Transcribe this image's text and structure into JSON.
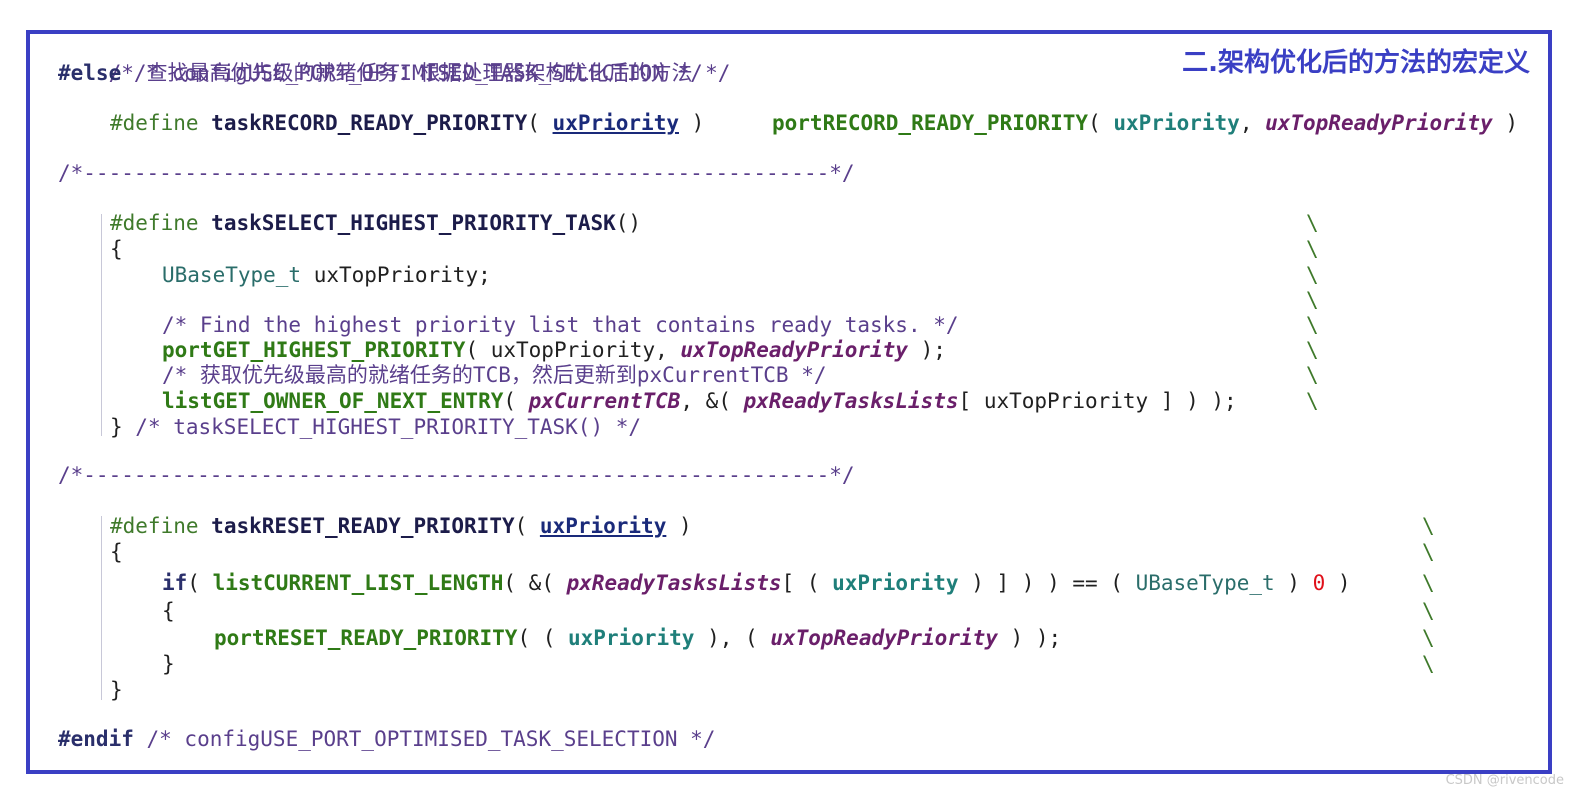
{
  "heading": "二.架构优化后的方法的宏定义",
  "watermark": "CSDN @rivencode",
  "code": {
    "l1_comment": "/* 查找最高优先级的就绪任务：根据处理器架构优化后的方法 */",
    "l2_kw": "#else",
    "l2_comment": " /* configUSE_PORT_OPTIMISED_TASK_SELECTION */",
    "l3_define": "#define",
    "l3_macro": "taskRECORD_READY_PRIORITY",
    "l3_open": "( ",
    "l3_param": "uxPriority",
    "l3_close": " )",
    "l3_port": "portRECORD_READY_PRIORITY",
    "l3_open2": "( ",
    "l3_arg1": "uxPriority",
    "l3_sep": ", ",
    "l3_arg2": "uxTopReadyPriority",
    "l3_close2": " )",
    "sep1": "/*-----------------------------------------------------------*/",
    "l5_define": "#define",
    "l5_macro": "taskSELECT_HIGHEST_PRIORITY_TASK",
    "l5_parens": "()",
    "l6_brace": "{",
    "l7_type": "UBaseType_t",
    "l7_var": " uxTopPriority;",
    "l9_comment": "/* Find the highest priority list that contains ready tasks. */",
    "l10_fn": "portGET_HIGHEST_PRIORITY",
    "l10_a": "( uxTopPriority, ",
    "l10_b": "uxTopReadyPriority",
    "l10_c": " );",
    "l11_comment": "/* 获取优先级最高的就绪任务的TCB，然后更新到pxCurrentTCB */",
    "l12_fn": "listGET_OWNER_OF_NEXT_ENTRY",
    "l12_a": "( ",
    "l12_b": "pxCurrentTCB",
    "l12_c": ", &( ",
    "l12_d": "pxReadyTasksLists",
    "l12_e": "[ uxTopPriority ] ) );",
    "l13_brace": "}",
    "l13_comment": " /* taskSELECT_HIGHEST_PRIORITY_TASK() */",
    "sep2": "/*-----------------------------------------------------------*/",
    "l15_define": "#define",
    "l15_macro": "taskRESET_READY_PRIORITY",
    "l15_open": "( ",
    "l15_param": "uxPriority",
    "l15_close": " )",
    "l16_brace": "{",
    "l17_if": "if",
    "l17_p1": "( ",
    "l17_fn": "listCURRENT_LIST_LENGTH",
    "l17_p2": "( &( ",
    "l17_arr": "pxReadyTasksLists",
    "l17_p3": "[ ( ",
    "l17_param": "uxPriority",
    "l17_p4": " ) ] ) ) == ( ",
    "l17_type": "UBaseType_t",
    "l17_p5": " ) ",
    "l17_num": "0",
    "l17_p6": " )",
    "l18_brace": "{",
    "l19_fn": "portRESET_READY_PRIORITY",
    "l19_a": "( ( ",
    "l19_param": "uxPriority",
    "l19_b": " ), ( ",
    "l19_c": "uxTopReadyPriority",
    "l19_d": " ) );",
    "l20_brace": "}",
    "l21_brace": "}",
    "l22_kw": "#endif",
    "l22_comment": " /* configUSE_PORT_OPTIMISED_TASK_SELECTION */",
    "backslash": "\\"
  }
}
